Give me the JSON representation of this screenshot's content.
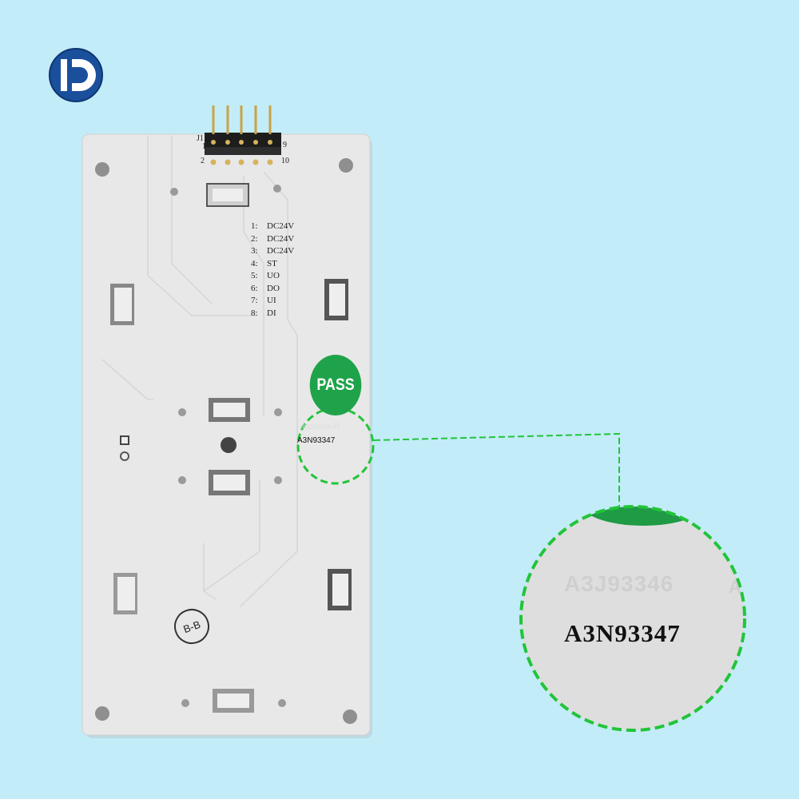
{
  "brand": {
    "logo_icon": "brand-d-logo-icon",
    "colors": {
      "logo_outer": "#1a4f9c",
      "logo_inner": "#ffffff"
    }
  },
  "board": {
    "connector": {
      "name": "J1",
      "pin_labels": {
        "top_left": "1",
        "bottom_left": "2",
        "top_right": "9",
        "bottom_right": "10"
      }
    },
    "pins": [
      {
        "num": "1:",
        "label": "DC24V"
      },
      {
        "num": "2:",
        "label": "DC24V"
      },
      {
        "num": "3:",
        "label": "DC24V"
      },
      {
        "num": "4:",
        "label": "ST"
      },
      {
        "num": "5:",
        "label": "UO"
      },
      {
        "num": "6:",
        "label": "DO"
      },
      {
        "num": "7:",
        "label": "UI"
      },
      {
        "num": "8:",
        "label": "DI"
      }
    ],
    "pass_sticker": "PASS",
    "serial_faint": "A3J93346 A1",
    "serial": "A3N93347",
    "marking": "B-B",
    "colors": {
      "board": "#e7e7e7",
      "pass_green": "#1fa34a",
      "callout_green": "#22c43a"
    }
  },
  "zoom": {
    "serial_faint": "A3J93346",
    "serial_faint_suffix": "A",
    "serial": "A3N93347"
  }
}
